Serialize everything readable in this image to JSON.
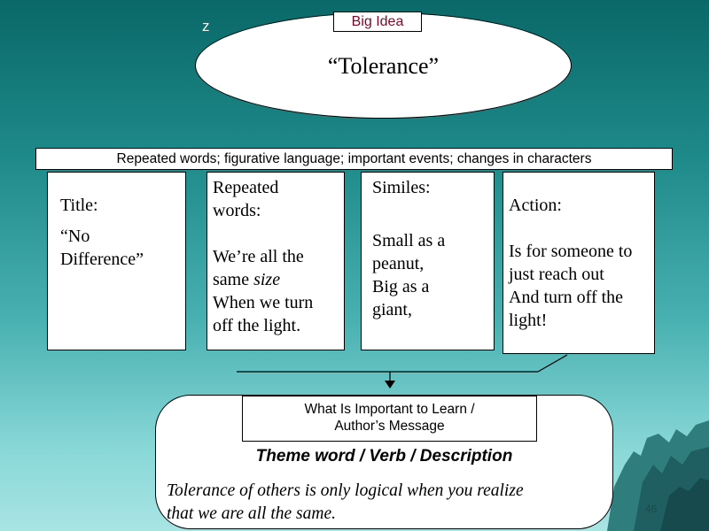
{
  "header": {
    "big_idea_label": "Big Idea",
    "big_idea_text": "“Tolerance”",
    "corner_mark": "z"
  },
  "banner": {
    "text": "Repeated words; figurative language; important events; changes in characters"
  },
  "cards": [
    {
      "heading": "Title:",
      "body_lines": [
        "“No",
        "Difference”"
      ]
    },
    {
      "heading_lines": [
        "Repeated",
        "words:"
      ],
      "body_line1": "We’re all the",
      "body_line2_prefix": "same ",
      "body_line2_italic": "size",
      "body_line3": "When we turn",
      "body_line4": "off the light."
    },
    {
      "heading": "Similes:",
      "body_lines": [
        "Small as a",
        "peanut,",
        "Big as a",
        "giant,"
      ]
    },
    {
      "heading": "Action:",
      "body_lines": [
        "Is for someone to",
        "just reach out",
        "And turn off the",
        "light!"
      ]
    }
  ],
  "message": {
    "label_line1": "What Is Important to Learn /",
    "label_line2": "Author’s Message",
    "theme_label": "Theme word / Verb / Description",
    "description_line1": "Tolerance of others is only logical when you realize",
    "description_line2": "that we are all the same."
  },
  "footer": {
    "page_number": "46"
  },
  "colors": {
    "big_idea_label": "#7a0a2a",
    "background_top": "#0a6868",
    "background_bottom": "#a8e4e4"
  }
}
